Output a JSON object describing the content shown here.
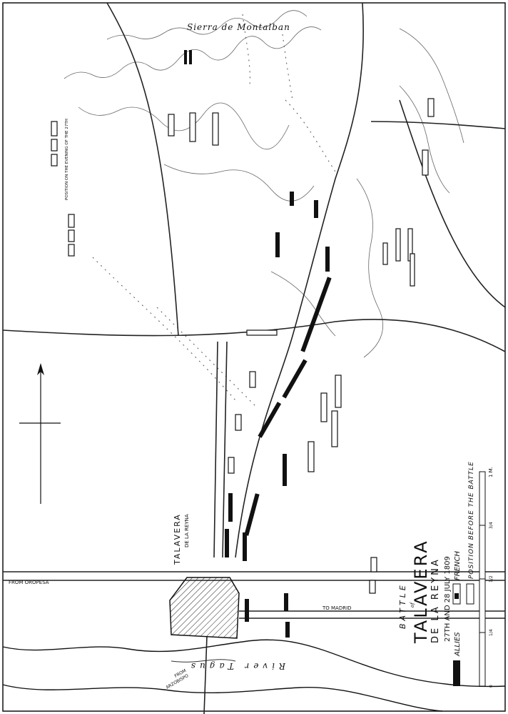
{
  "map": {
    "title_line1": "BATTLE",
    "title_of": "of",
    "title_line2": "TALAVERA",
    "title_line3": "DE LA REYNA",
    "title_date": "27TH AND 28 JULY 1809",
    "legend": {
      "allies_label": "ALLIES",
      "french_label": "FRENCH",
      "position_label": "POSITION BEFORE THE BATTLE",
      "allies_color": "#111111",
      "french_color": "#ffffff"
    },
    "scale": {
      "tick_0": "0",
      "tick_quarter": "1/4",
      "tick_half": "1/2",
      "tick_three_quarter": "3/4",
      "tick_mile": "1 M."
    },
    "places": {
      "town_name": "TALAVERA",
      "town_sub": "DE LA REYNA",
      "sierra": "Sierra de Montalban",
      "river": "River Tagus",
      "from_oropesa": "FROM OROPESA",
      "to_madrid": "TO MADRID",
      "from_arzobispo_1": "FROM",
      "from_arzobispo_2": "ARZOBISPO",
      "evening_position": "POSITION ON THE EVENING OF THE 27TH"
    },
    "compass": {
      "icon": "north-arrow-icon"
    }
  }
}
